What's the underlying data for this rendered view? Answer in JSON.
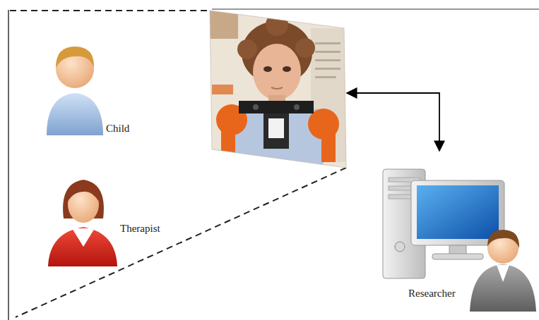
{
  "diagram": {
    "labels": [
      "Child",
      "Therapist",
      "Researcher"
    ]
  }
}
